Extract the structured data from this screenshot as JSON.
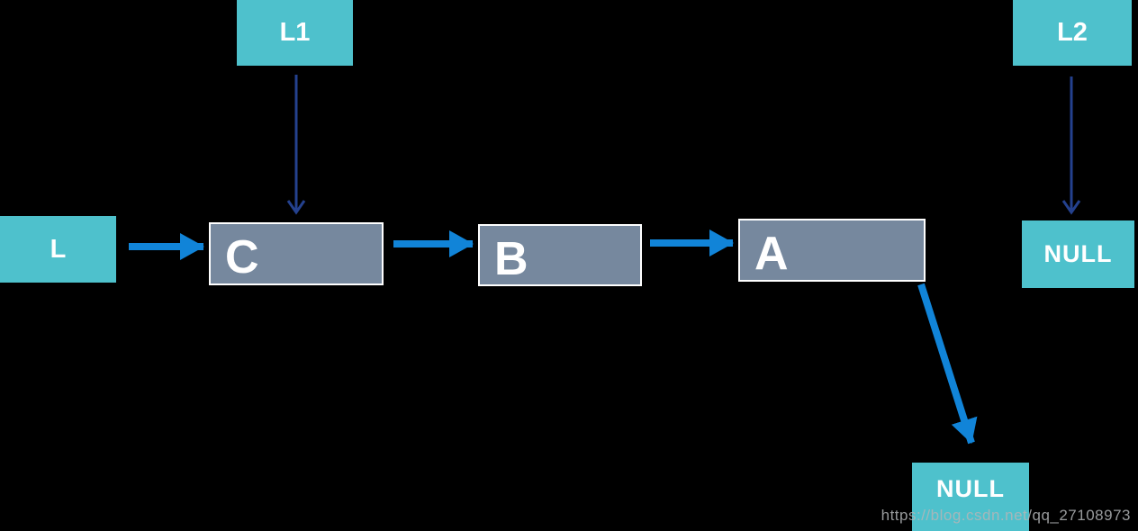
{
  "title": "Singly linked list diagram (L -> C -> B -> A -> NULL)",
  "colors": {
    "background": "#000000",
    "teal": "#4EC1CC",
    "node_fill": "#76889E",
    "node_border": "#FFFFFF",
    "arrow_blue": "#1184D8",
    "arrow_navy": "#24418E",
    "label_text": "#FFFFFF",
    "watermark_text": "#B3B6B8"
  },
  "boxes": {
    "l": "L",
    "l1": "L1",
    "l2": "L2",
    "null_right": "NULL",
    "null_bottom": "NULL"
  },
  "nodes": [
    {
      "label": "C"
    },
    {
      "label": "B"
    },
    {
      "label": "A"
    }
  ],
  "edges": [
    {
      "from": "L",
      "to": "C",
      "style": "thick-blue-solid-head"
    },
    {
      "from": "C",
      "to": "B",
      "style": "thick-blue-solid-head"
    },
    {
      "from": "B",
      "to": "A",
      "style": "thick-blue-solid-head"
    },
    {
      "from": "A",
      "to": "NULL-bottom",
      "style": "thick-blue-solid-head-diagonal"
    },
    {
      "from": "L1",
      "to": "C",
      "style": "thin-navy-open-head"
    },
    {
      "from": "L2",
      "to": "NULL-right",
      "style": "thin-navy-open-head"
    }
  ],
  "watermark": "https://blog.csdn.net/qq_27108973"
}
